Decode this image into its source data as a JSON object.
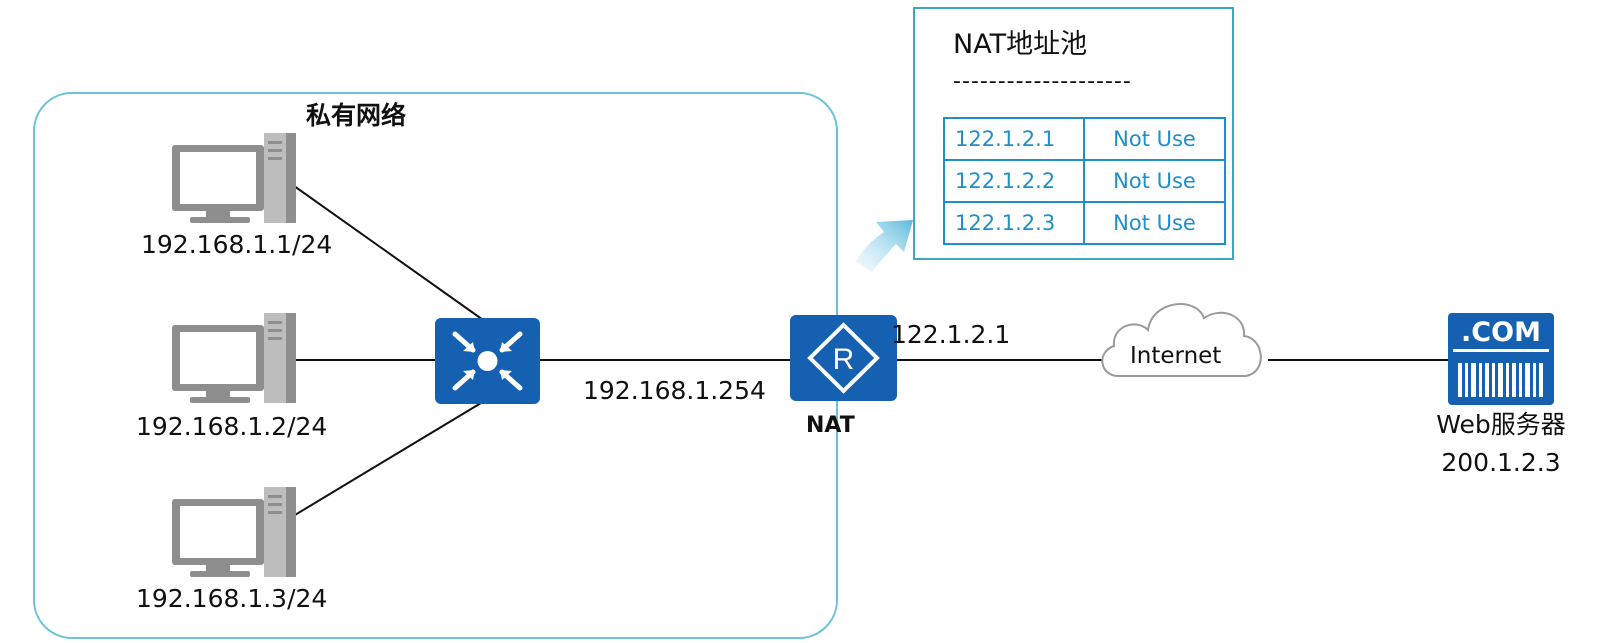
{
  "private_network": {
    "title": "私有网络",
    "hosts": [
      {
        "ip": "192.168.1.1/24"
      },
      {
        "ip": "192.168.1.2/24"
      },
      {
        "ip": "192.168.1.3/24"
      }
    ]
  },
  "switch": {
    "icon": "switch-icon"
  },
  "nat_router": {
    "label": "NAT",
    "icon": "router-r-icon",
    "inside_ip": "192.168.1.254",
    "outside_ip": "122.1.2.1"
  },
  "internet": {
    "label": "Internet"
  },
  "web_server": {
    "icon_text": ".COM",
    "label": "Web服务器",
    "ip": "200.1.2.3"
  },
  "nat_pool": {
    "title": "NAT地址池",
    "separator": "--------------------",
    "rows": [
      {
        "address": "122.1.2.1",
        "status": "Not Use"
      },
      {
        "address": "122.1.2.2",
        "status": "Not Use"
      },
      {
        "address": "122.1.2.3",
        "status": "Not Use"
      }
    ]
  },
  "colors": {
    "device_blue": "#1560b0",
    "region_border": "#6cc3d8",
    "pool_text": "#1f8fc9",
    "pc_gray": "#8e8e8e"
  }
}
